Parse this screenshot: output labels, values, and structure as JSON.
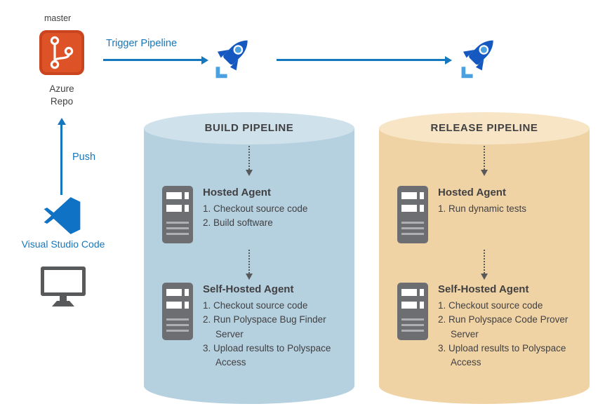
{
  "colors": {
    "accent_blue": "#1577bd",
    "text_dark": "#414042",
    "icon_gray": "#6d6e71",
    "build_body": "#b5d0df",
    "build_top": "#cfe1ea",
    "release_body": "#f0d3a5",
    "release_top": "#f7e5c6",
    "rocket_blue": "#1558c0",
    "rocket_light_blue": "#4ba0e0",
    "repo_red": "#dd5227",
    "repo_red_dark": "#c9441f"
  },
  "flow": {
    "branch_label": "master",
    "repo_label": "Azure Repo",
    "trigger_label": "Trigger Pipeline",
    "push_label": "Push",
    "editor_label": "Visual Studio Code"
  },
  "icons": {
    "repo": "azure-repo-icon",
    "pipeline": "rocket-icon",
    "editor": "vscode-icon",
    "workstation": "monitor-icon",
    "agent": "server-icon",
    "flow_down": "dotted-down-arrow-icon"
  },
  "build_pipeline": {
    "title": "BUILD PIPELINE",
    "hosted": {
      "title": "Hosted Agent",
      "steps": [
        "1. Checkout source code",
        "2. Build software"
      ]
    },
    "self_hosted": {
      "title": "Self-Hosted Agent",
      "steps": [
        "1. Checkout source code",
        "2. Run Polyspace Bug Finder Server",
        "3. Upload results to Polyspace Access"
      ]
    }
  },
  "release_pipeline": {
    "title": "RELEASE PIPELINE",
    "hosted": {
      "title": "Hosted Agent",
      "steps": [
        "1. Run dynamic tests"
      ]
    },
    "self_hosted": {
      "title": "Self-Hosted Agent",
      "steps": [
        "1. Checkout source code",
        "2. Run Polyspace Code Prover Server",
        "3. Upload results to Polyspace Access"
      ]
    }
  }
}
